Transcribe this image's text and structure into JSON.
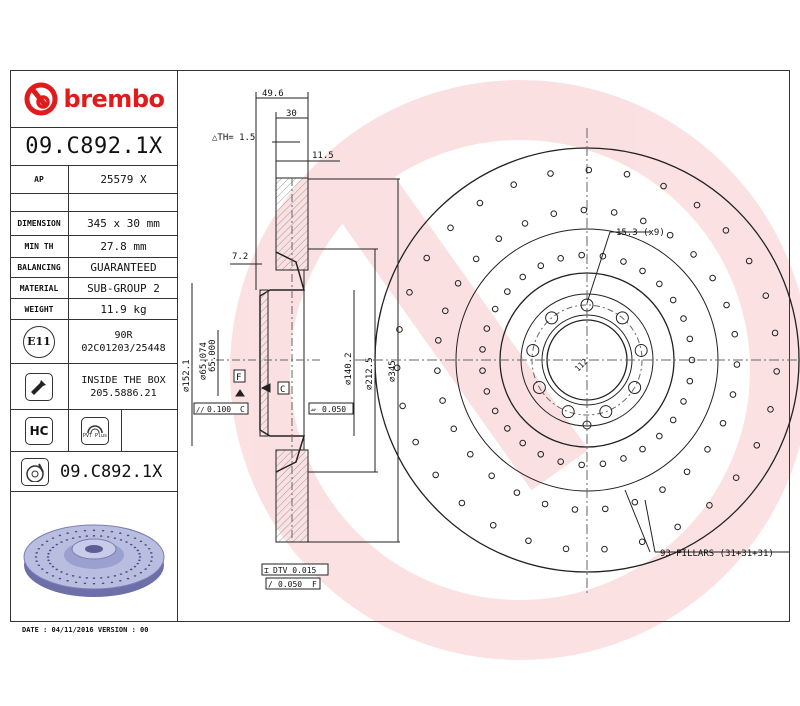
{
  "brand": {
    "logo_text": "brembo",
    "color": "#e01b1b"
  },
  "part_number": "09.C892.1X",
  "specs": [
    {
      "label": "AP",
      "value": "25579 X"
    },
    {
      "label": "DIMENSION",
      "value": "345 x 30 mm"
    },
    {
      "label": "MIN TH",
      "value": "27.8 mm"
    },
    {
      "label": "BALANCING",
      "value": "GUARANTEED"
    },
    {
      "label": "MATERIAL",
      "value": "SUB-GROUP 2"
    },
    {
      "label": "WEIGHT",
      "value": "11.9 kg"
    }
  ],
  "homologation": {
    "badge": "E11",
    "line1": "90R",
    "line2": "02C01203/25448"
  },
  "screw": {
    "line1": "INSIDE THE BOX",
    "line2": "205.5886.21"
  },
  "badges": {
    "hc": "HC",
    "pvt": "PVT Plus"
  },
  "footer_part_number": "09.C892.1X",
  "footer": "DATE : 04/11/2016 VERSION : 00",
  "section": {
    "dim_total": "49.6",
    "dim_thickness": "30",
    "delta_th": "△TH= 1.5",
    "dim_11_5": "11.5",
    "dim_7_2": "7.2",
    "d152": "⌀152.1",
    "d65a": "⌀65.074",
    "d65b": "65.000",
    "d140": "⌀140.2",
    "d212": "⌀212.5",
    "d345": "⌀345",
    "datum_f": "F",
    "datum_c": "C",
    "tol_parallel": "0.100",
    "tol_parallel_ref": "C",
    "tol_flat": "0.050",
    "dtv": "DTV 0.015",
    "runout": "0.050",
    "runout_ref": "F"
  },
  "front": {
    "holes_label": "15.3 (x9)",
    "pcd": "112",
    "pillars": "93 PILLARS (31+31+31)"
  }
}
